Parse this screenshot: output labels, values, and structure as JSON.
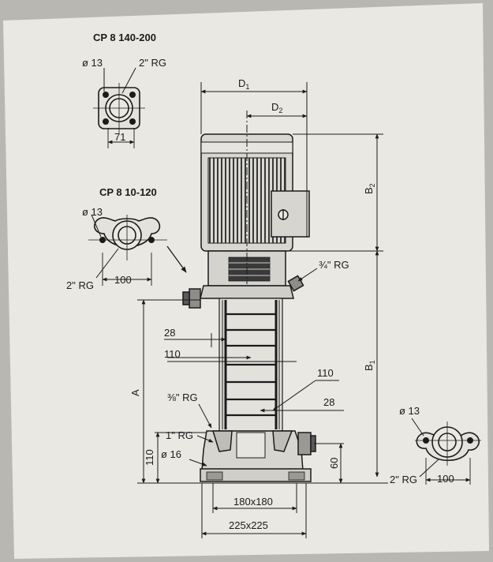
{
  "titles": {
    "flange_top": "CP 8 140-200",
    "flange_mid": "CP 8 10-120"
  },
  "labels": {
    "dia13_top": "ø 13",
    "rg2_top": "2\" RG",
    "dim71": "71",
    "dia13_mid": "ø 13",
    "rg2_mid": "2\" RG",
    "dim100_mid": "100",
    "D1": "D",
    "D1_sub": "1",
    "D2": "D",
    "D2_sub": "2",
    "B2": "B",
    "B2_sub": "2",
    "B1": "B",
    "B1_sub": "1",
    "A": "A",
    "rg34": "¾\" RG",
    "rg38": "⅜\" RG",
    "dim28_left": "28",
    "dim110_left": "110",
    "dim110_right": "110",
    "dim28_right": "28",
    "rg1": "1\" RG",
    "dia16": "ø 16",
    "dim110_base": "110",
    "dim60": "60",
    "base180": "180x180",
    "base225": "225x225",
    "dia13_right": "ø 13",
    "rg2_right": "2\" RG",
    "dim100_right": "100"
  },
  "colors": {
    "paper": "#e9e8e3",
    "ink": "#1b1b1b",
    "motor": "#d8d7d2"
  }
}
